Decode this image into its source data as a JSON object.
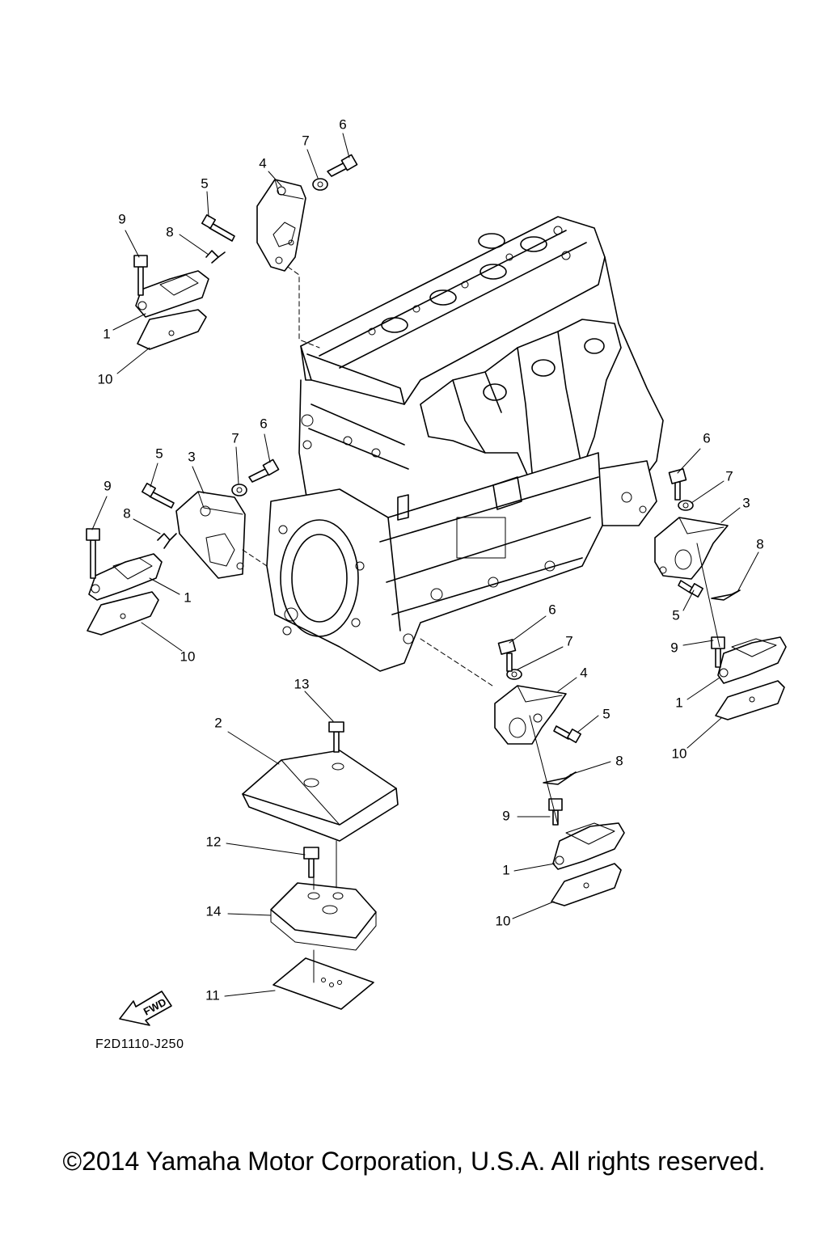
{
  "diagram": {
    "callouts": {
      "c1a": "1",
      "c4a": "4",
      "c5a": "5",
      "c6a": "6",
      "c7a": "7",
      "c8a": "8",
      "c9a": "9",
      "c10a": "10",
      "c1b": "1",
      "c3b": "3",
      "c5b": "5",
      "c6b": "6",
      "c7b": "7",
      "c8b": "8",
      "c9b": "9",
      "c10b": "10",
      "c1c": "1",
      "c3c": "3",
      "c5c": "5",
      "c6c": "6",
      "c7c": "7",
      "c8c": "8",
      "c9c": "9",
      "c10c": "10",
      "c1d": "1",
      "c4d": "4",
      "c5d": "5",
      "c6d": "6",
      "c7d": "7",
      "c8d": "8",
      "c9d": "9",
      "c10d": "10",
      "c2": "2",
      "c11": "11",
      "c12": "12",
      "c13": "13",
      "c14": "14"
    },
    "fwd_label": "FWD",
    "code": "F2D1110-J250"
  },
  "copyright": "©2014 Yamaha Motor Corporation, U.S.A. All rights reserved."
}
